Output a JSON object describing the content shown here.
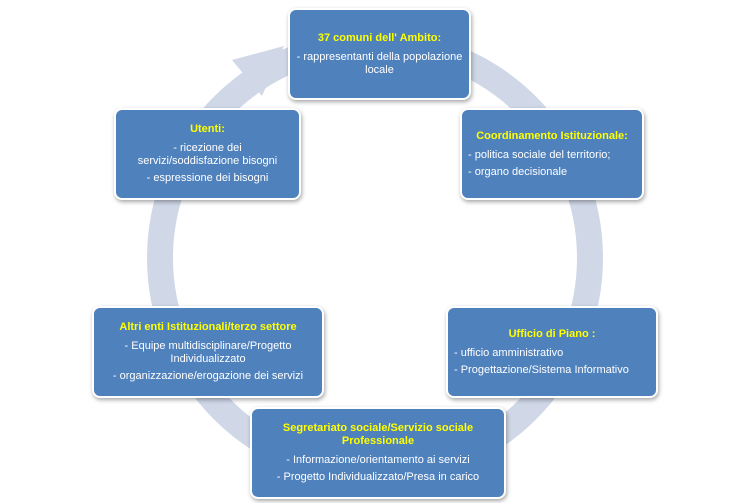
{
  "colors": {
    "node_fill": "#4f81bd",
    "node_border": "#ffffff",
    "title_text": "#ffff00",
    "body_text": "#ffffff",
    "cycle_ring": "#d0d8e8"
  },
  "nodes": [
    {
      "id": "comuni",
      "title": "37 comuni dell' Ambito:",
      "lines": [
        "- rappresentanti della popolazione locale"
      ]
    },
    {
      "id": "coordinamento",
      "title": "Coordinamento Istituzionale:",
      "lines": [
        "- politica sociale del territorio;",
        "- organo decisionale"
      ]
    },
    {
      "id": "ufficio",
      "title": "Ufficio  di Piano :",
      "lines": [
        "- ufficio amministrativo",
        "- Progettazione/Sistema Informativo"
      ]
    },
    {
      "id": "segretariato",
      "title": "Segretariato sociale/Servizio sociale Professionale",
      "lines": [
        "- Informazione/orientamento ai servizi",
        "- Progetto Individualizzato/Presa in carico"
      ]
    },
    {
      "id": "altri",
      "title": "Altri enti Istituzionali/terzo settore",
      "lines": [
        "- Equipe multidisciplinare/Progetto Individualizzato",
        "- organizzazione/erogazione  dei servizi"
      ]
    },
    {
      "id": "utenti",
      "title": "Utenti:",
      "lines": [
        "- ricezione dei servizi/soddisfazione bisogni",
        "- espressione dei bisogni"
      ]
    }
  ]
}
